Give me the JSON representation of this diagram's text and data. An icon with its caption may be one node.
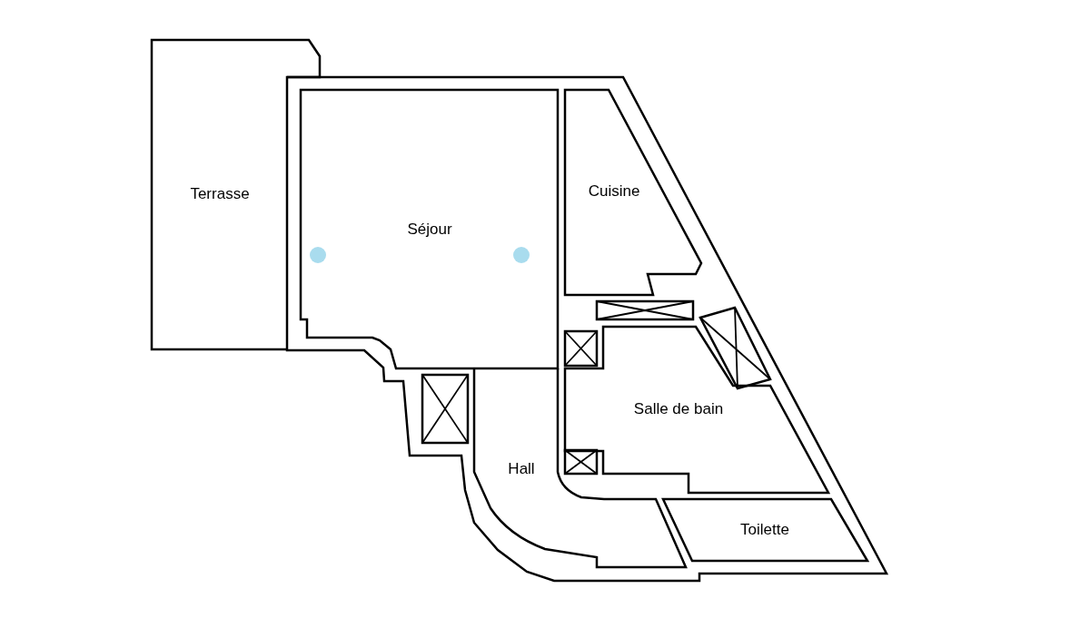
{
  "diagram": {
    "nodes": [
      {
        "text": [
          "Terrasse"
        ]
      },
      {
        "text": [
          "Séjour"
        ]
      },
      {
        "text": [
          "Cuisine"
        ]
      },
      {
        "text": [
          "Salle de bain"
        ]
      },
      {
        "text": [
          "Hall"
        ]
      },
      {
        "text": [
          "Toilette"
        ]
      }
    ]
  }
}
